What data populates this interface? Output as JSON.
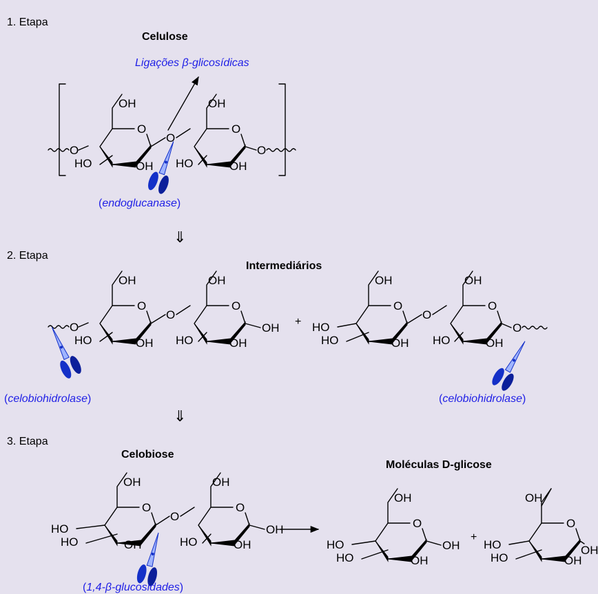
{
  "colors": {
    "background": "#e5e1ee",
    "enzyme_text": "#1f1fe6",
    "scissors": "#1430c8"
  },
  "stages": [
    {
      "label": "1. Etapa",
      "title": "Celulose",
      "link_label": "Ligações β-glicosídicas",
      "enzyme": "endoglucanase"
    },
    {
      "label": "2. Etapa",
      "title": "Intermediários",
      "plus": "+",
      "enzyme_left": "celobiohidrolase",
      "enzyme_right": "celobiohidrolase"
    },
    {
      "label": "3. Etapa",
      "title": "Celobiose",
      "enzyme": "1,4-β-glucosidades",
      "products_title": "Moléculas D-glicose",
      "plus": "+"
    }
  ],
  "retro_arrow": "⇓",
  "atoms": {
    "oh": "OH",
    "ho": "HO",
    "o": "O"
  },
  "icons": [
    "scissors-icon",
    "reaction-arrow-icon",
    "retrosynthetic-arrow-icon"
  ]
}
